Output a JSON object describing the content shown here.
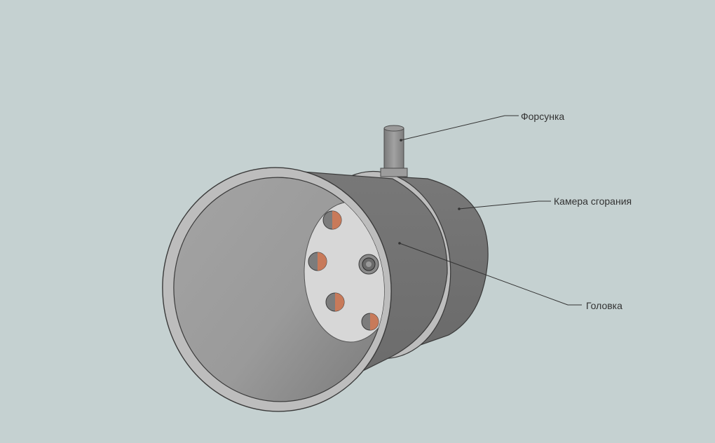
{
  "labels": {
    "injector": "Форсунка",
    "chamber": "Камера сгорания",
    "head": "Головка"
  },
  "colors": {
    "background": "#c5d1d1",
    "shell_dark": "#6f6f6f",
    "shell_mid": "#7c7c7c",
    "ring_face": "#bdbdbd",
    "interior": "#9a9a9a",
    "head_plate": "#d7d7d7",
    "orifice_copper": "#c87a5a",
    "injector_pipe": "#8f8f8f",
    "text": "#333333"
  },
  "icons": {
    "orifice": "split-circle-orifice-icon",
    "injector": "pipe-icon"
  }
}
